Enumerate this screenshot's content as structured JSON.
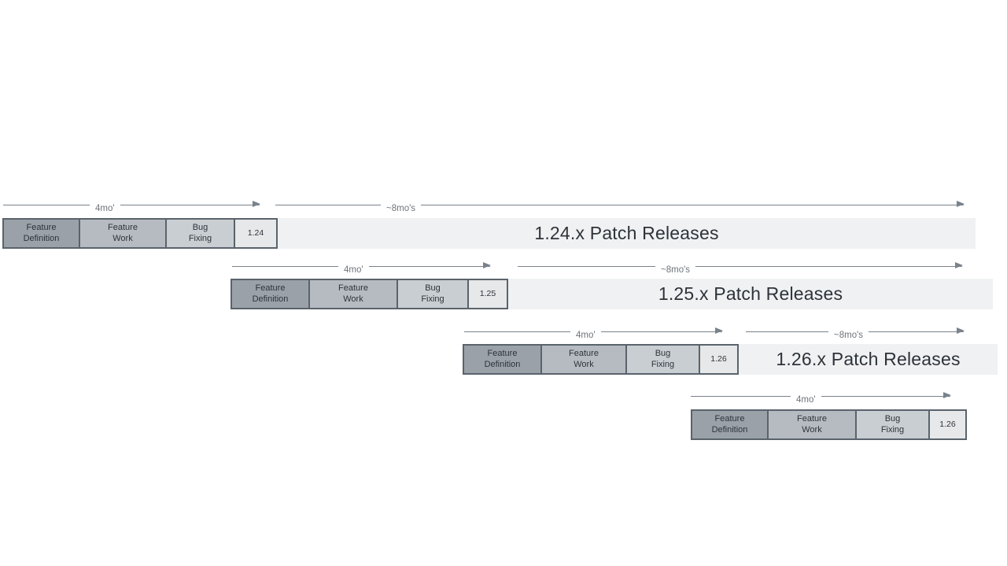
{
  "diagram": {
    "title_semantic": "release-cadence-timeline",
    "labels": {
      "four_months": "4mo'",
      "eight_months": "~8mo's",
      "feature_definition": "Feature\nDefinition",
      "feature_work": "Feature\nWork",
      "bug_fixing": "Bug\nFixing"
    },
    "rows": [
      {
        "version": "1.24",
        "patch_label": "1.24.x Patch Releases"
      },
      {
        "version": "1.25",
        "patch_label": "1.25.x Patch Releases"
      },
      {
        "version": "1.26",
        "patch_label": "1.26.x Patch Releases"
      },
      {
        "version": "1.26",
        "patch_label": ""
      }
    ],
    "colors": {
      "background": "#ffffff",
      "feature_definition_fill": "#9aa1a8",
      "feature_work_fill": "#b5bbc1",
      "bug_fixing_fill": "#c9ced3",
      "version_fill": "#e6e8ea",
      "patch_bar_fill": "#f0f1f3",
      "box_border": "#5a636b",
      "box_text": "#2d3339",
      "arrow": "#7a828a",
      "arrow_label_text": "#6d747b"
    }
  }
}
